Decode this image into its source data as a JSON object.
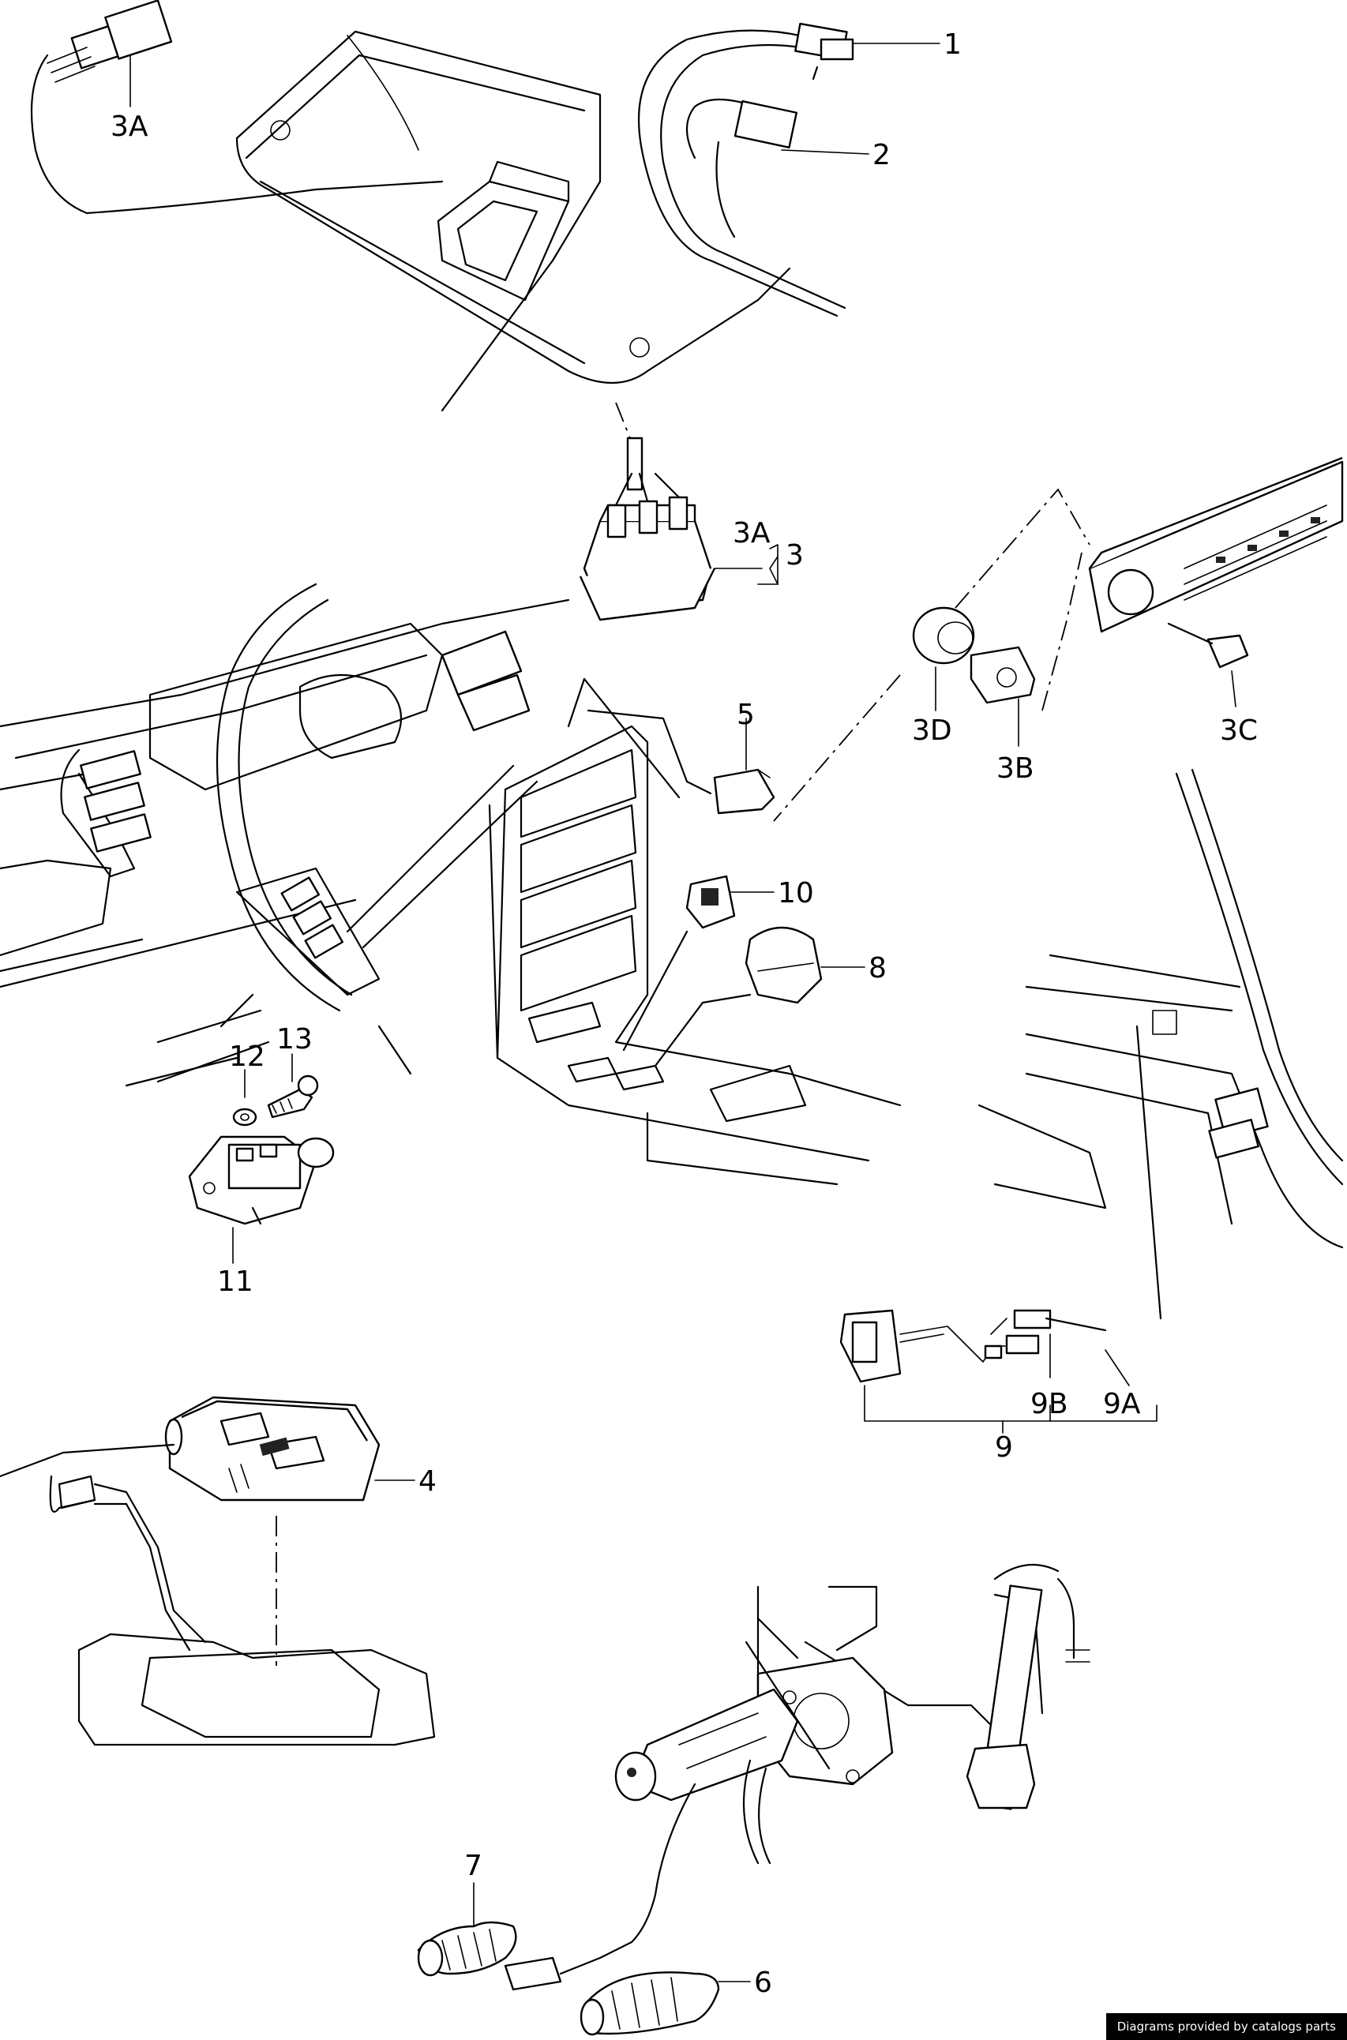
{
  "callouts": {
    "c1": "1",
    "c2": "2",
    "c3": "3",
    "c3a_top": "3A",
    "c3a_mid": "3A",
    "c3b": "3B",
    "c3c": "3C",
    "c3d": "3D",
    "c4": "4",
    "c5": "5",
    "c6": "6",
    "c7": "7",
    "c8": "8",
    "c9": "9",
    "c9a": "9A",
    "c9b": "9B",
    "c10": "10",
    "c11": "11",
    "c12": "12",
    "c13": "13"
  },
  "footer": {
    "credit": "Diagrams provided by catalogs parts"
  }
}
